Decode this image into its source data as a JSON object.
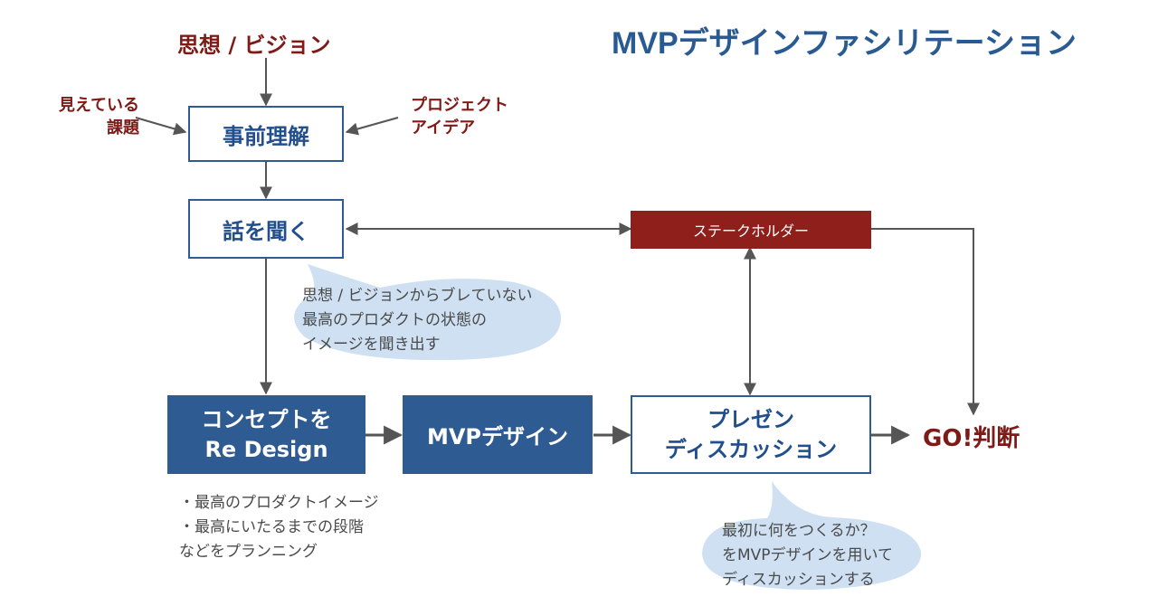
{
  "title": "MVPデザインファシリテーション",
  "inputs": {
    "top": "思想 / ビジョン",
    "left": "見えている\n課題",
    "right": "プロジェクト\nアイデア"
  },
  "steps": {
    "understanding": "事前理解",
    "listen": "話を聞く",
    "concept": "コンセプトを\nRe Design",
    "mvp_design": "MVPデザイン",
    "presentation": "プレゼン\nディスカッション"
  },
  "stakeholder": "ステークホルダー",
  "outcome": "GO!判断",
  "callouts": {
    "listen": "思想 / ビジョンからブレていない\n最高のプロダクトの状態の\nイメージを聞き出す",
    "presentation": "最初に何をつくるか？\nをMVPデザインを用いて\nディスカッションする"
  },
  "notes": {
    "concept": "・最高のプロダクトイメージ\n・最高にいたるまでの段階\nなどをプランニング"
  },
  "colors": {
    "blue": "#2f5b93",
    "dark_red": "#8f1f1a",
    "bubble": "#cfe0f3",
    "arrow": "#555555"
  }
}
